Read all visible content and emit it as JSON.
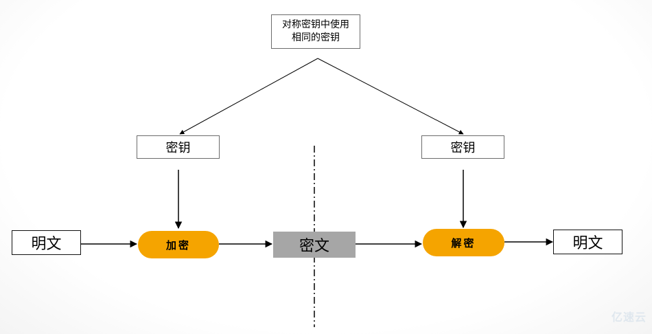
{
  "note": {
    "line1": "对称密钥中使用",
    "line2": "相同的密钥"
  },
  "keys": {
    "left": "密钥",
    "right": "密钥"
  },
  "plaintext": {
    "left": "明文",
    "right": "明文"
  },
  "process": {
    "encrypt": "加密",
    "decrypt": "解密"
  },
  "ciphertext": "密文",
  "watermark": "亿速云",
  "colors": {
    "process_fill": "#f5a400",
    "cipher_fill": "#a6a6a6",
    "line": "#000000"
  }
}
